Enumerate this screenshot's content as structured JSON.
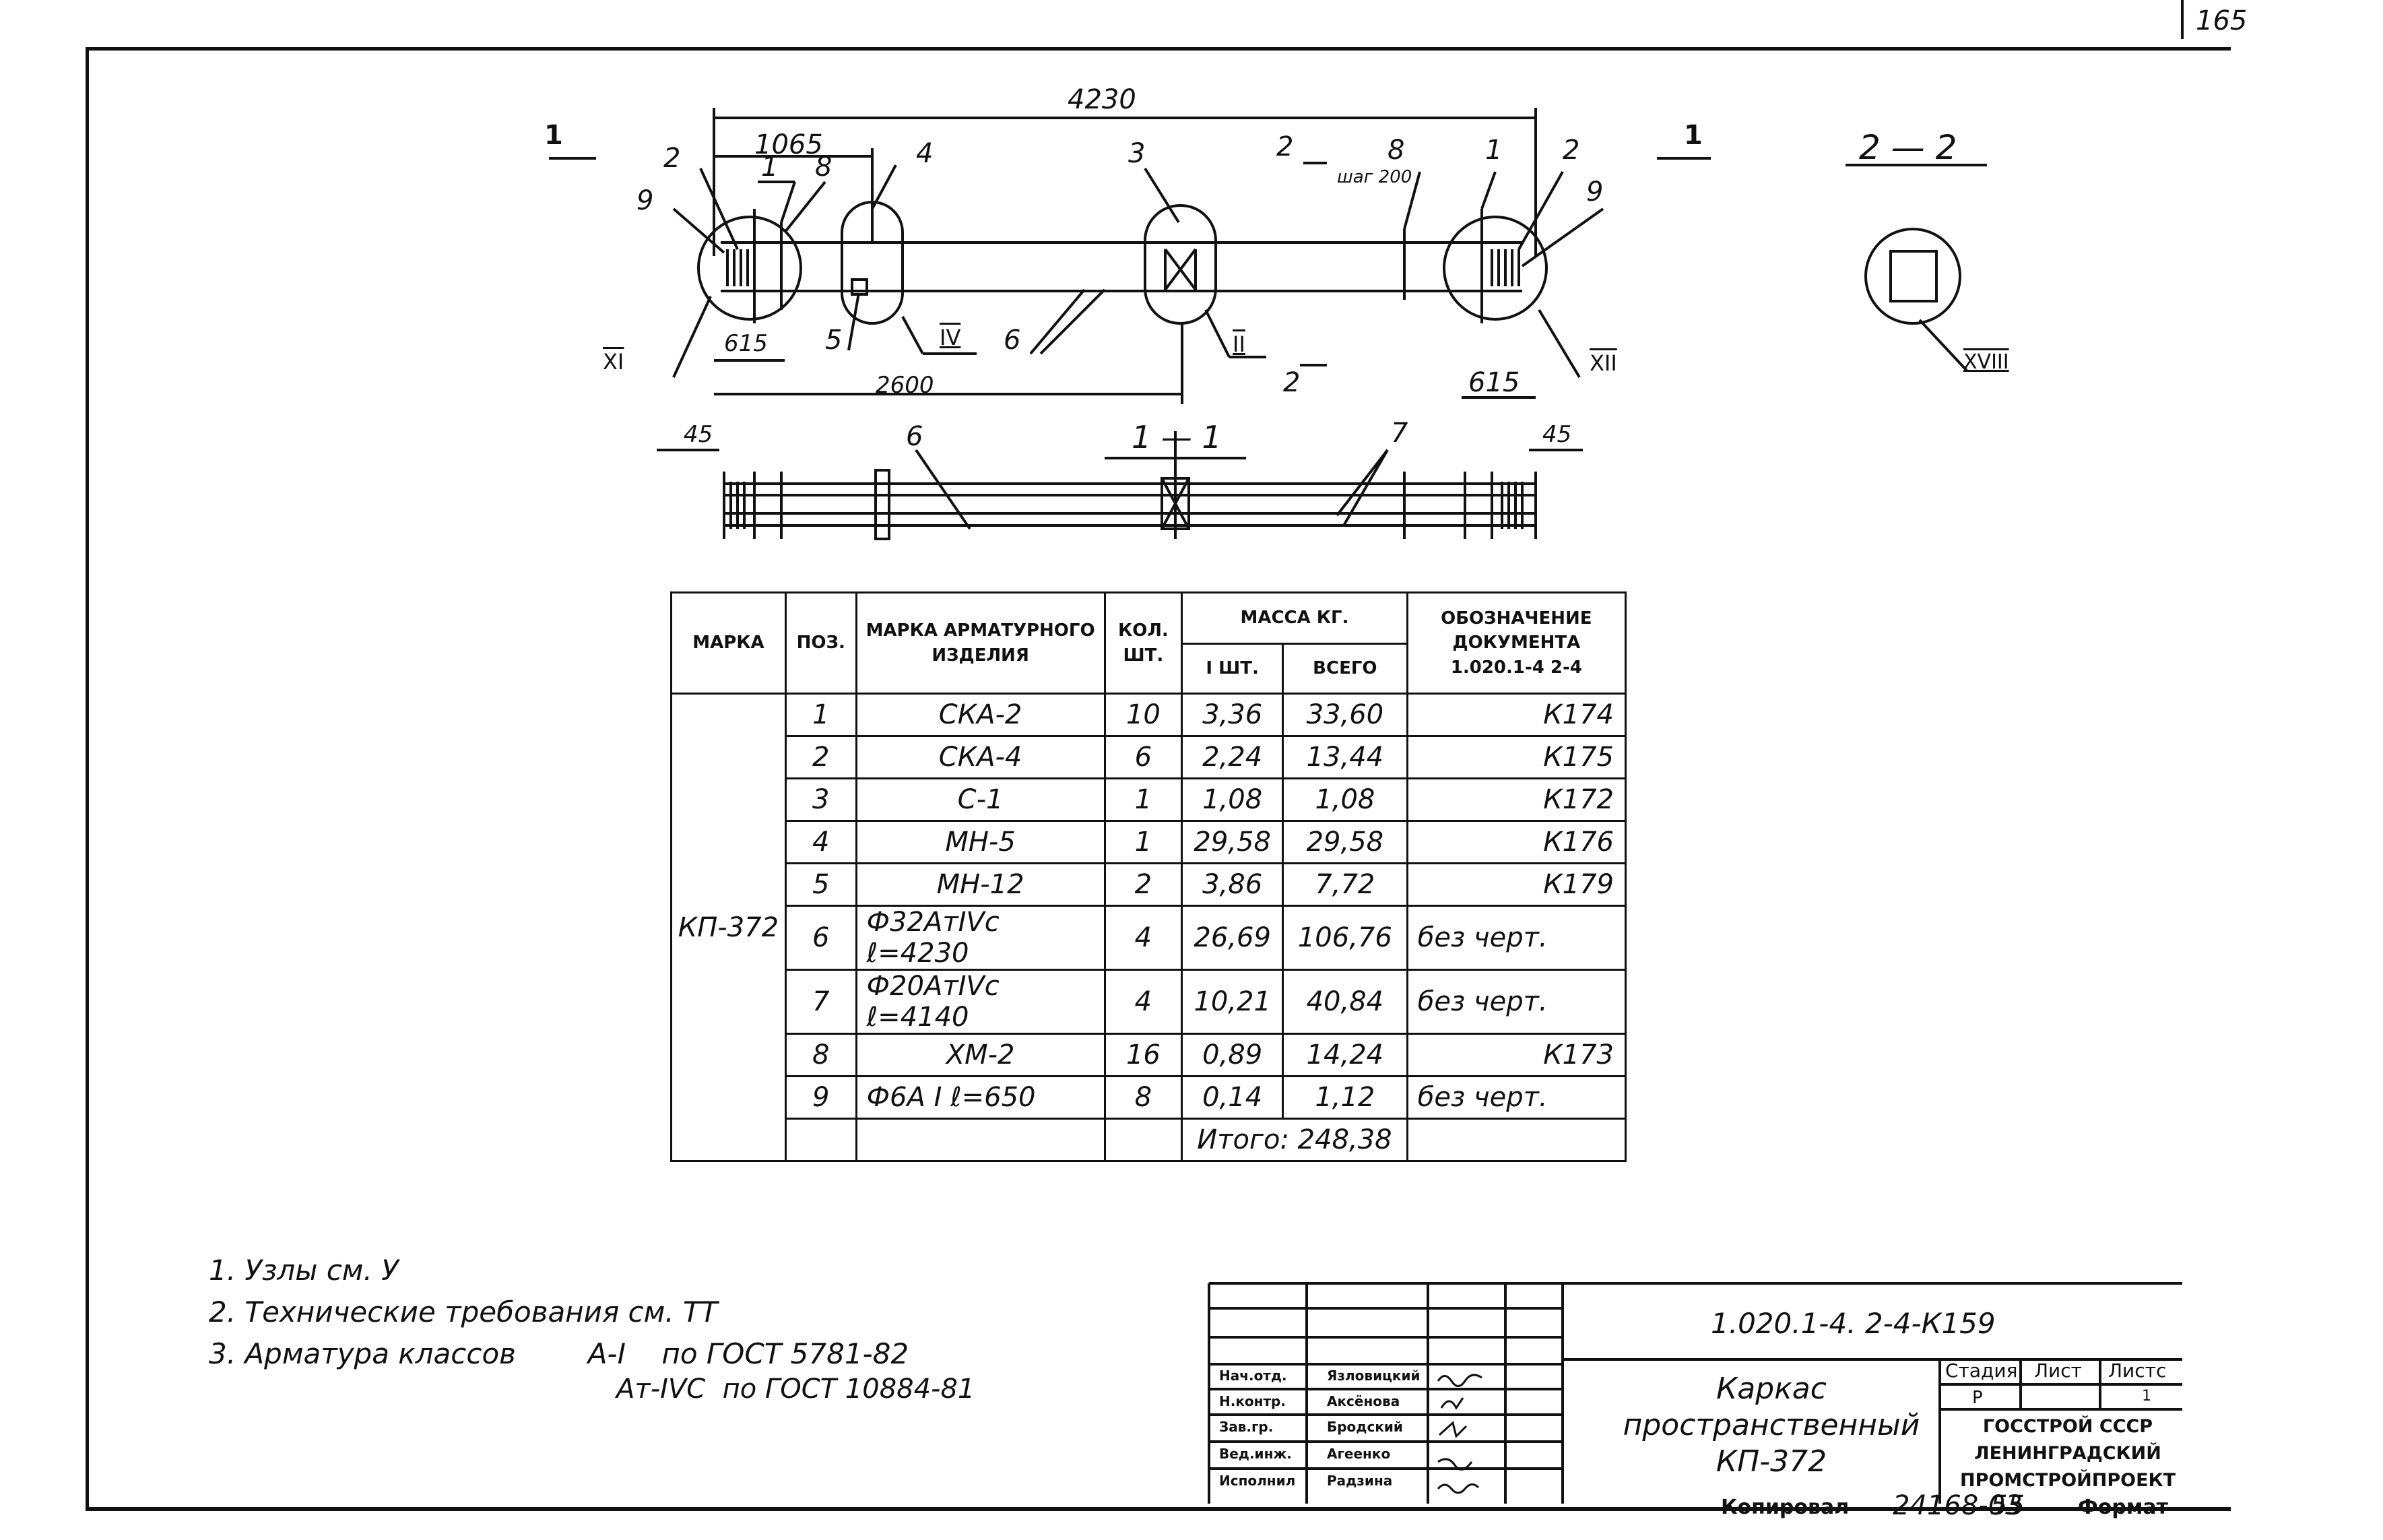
{
  "sheet_number": "165",
  "drawing": {
    "plan_dims": {
      "overall": "4230",
      "left_offset": "1065",
      "left_615": "615",
      "right_615": "615",
      "span": "2600",
      "shag": "шаг 200",
      "left_45": "45",
      "right_45": "45"
    },
    "section_marks": {
      "left_1": "1",
      "right_1": "1",
      "top_2": "2",
      "bottom_2": "2",
      "section_1_1": "1 — 1",
      "section_2_2": "2 — 2"
    },
    "positions": {
      "p2_left": "2",
      "p9_left": "9",
      "p1_left": "1",
      "p8_left": "8",
      "p4": "4",
      "p5": "5",
      "p3": "3",
      "p6": "6",
      "p8_right": "8",
      "p1_right": "1",
      "p2_right": "2",
      "p9_right": "9",
      "p6_section": "6",
      "p7_section": "7"
    },
    "nodes": {
      "xi": "XI",
      "iv": "IV",
      "ii": "II",
      "xii": "XII",
      "xviii": "XVIII"
    }
  },
  "spec_table": {
    "headers": {
      "marka": "МАРКА",
      "poz": "ПОЗ.",
      "marka_izd": "МАРКА АРМАТУРНОГО ИЗДЕЛИЯ",
      "kol": "КОЛ. ШТ.",
      "massa": "МАССА КГ.",
      "odin": "I ШТ.",
      "vsego": "ВСЕГО",
      "oboz": "ОБОЗНАЧЕНИЕ ДОКУМЕНТА",
      "oboz_code": "1.020.1-4 2-4"
    },
    "marka_value": "КП-372",
    "rows": [
      {
        "poz": "1",
        "item": "СКА-2",
        "qty": "10",
        "one": "3,36",
        "all": "33,60",
        "doc": "К174"
      },
      {
        "poz": "2",
        "item": "СКА-4",
        "qty": "6",
        "one": "2,24",
        "all": "13,44",
        "doc": "К175"
      },
      {
        "poz": "3",
        "item": "С-1",
        "qty": "1",
        "one": "1,08",
        "all": "1,08",
        "doc": "К172"
      },
      {
        "poz": "4",
        "item": "МН-5",
        "qty": "1",
        "one": "29,58",
        "all": "29,58",
        "doc": "К176"
      },
      {
        "poz": "5",
        "item": "МН-12",
        "qty": "2",
        "one": "3,86",
        "all": "7,72",
        "doc": "К179"
      },
      {
        "poz": "6",
        "item": "Ф32АтIVс ℓ=4230",
        "qty": "4",
        "one": "26,69",
        "all": "106,76",
        "doc": "без черт."
      },
      {
        "poz": "7",
        "item": "Ф20АтIVс ℓ=4140",
        "qty": "4",
        "one": "10,21",
        "all": "40,84",
        "doc": "без черт."
      },
      {
        "poz": "8",
        "item": "ХМ-2",
        "qty": "16",
        "one": "0,89",
        "all": "14,24",
        "doc": "К173"
      },
      {
        "poz": "9",
        "item": "Ф6А I ℓ=650",
        "qty": "8",
        "one": "0,14",
        "all": "1,12",
        "doc": "без черт."
      }
    ],
    "total": "Итого: 248,38"
  },
  "notes": {
    "n1": "1. Узлы см. У",
    "n2": "2. Технические требования см. ТТ",
    "n3": "3. Арматура классов        А-I    по ГОСТ 5781-82",
    "n3b": "Ат-IVС  по ГОСТ 10884-81"
  },
  "title_block": {
    "doc_code": "1.020.1-4. 2-4-К159",
    "name_line1": "Каркас",
    "name_line2": "пространственный",
    "name_line3": "КП-372",
    "stage_h": "Стадия",
    "sheet_h": "Лист",
    "sheets_h": "Листс",
    "stage_v": "Р",
    "sheet_v": "1",
    "org1": "ГОССТРОЙ СССР",
    "org2": "ЛЕНИНГРАДСКИЙ",
    "org3": "ПРОМСТРОЙПРОЕКТ",
    "signatures": [
      {
        "role": "Нач.отд.",
        "name": "Язловицкий"
      },
      {
        "role": "Н.контр.",
        "name": "Аксёнова"
      },
      {
        "role": "Зав.гр.",
        "name": "Бродский"
      },
      {
        "role": "Вед.инж.",
        "name": "Агеенко"
      },
      {
        "role": "Исполнил",
        "name": "Радзина"
      }
    ]
  },
  "footer": {
    "copy": "Копировал",
    "number": "24168-03",
    "page": "55",
    "format": "Формат"
  }
}
